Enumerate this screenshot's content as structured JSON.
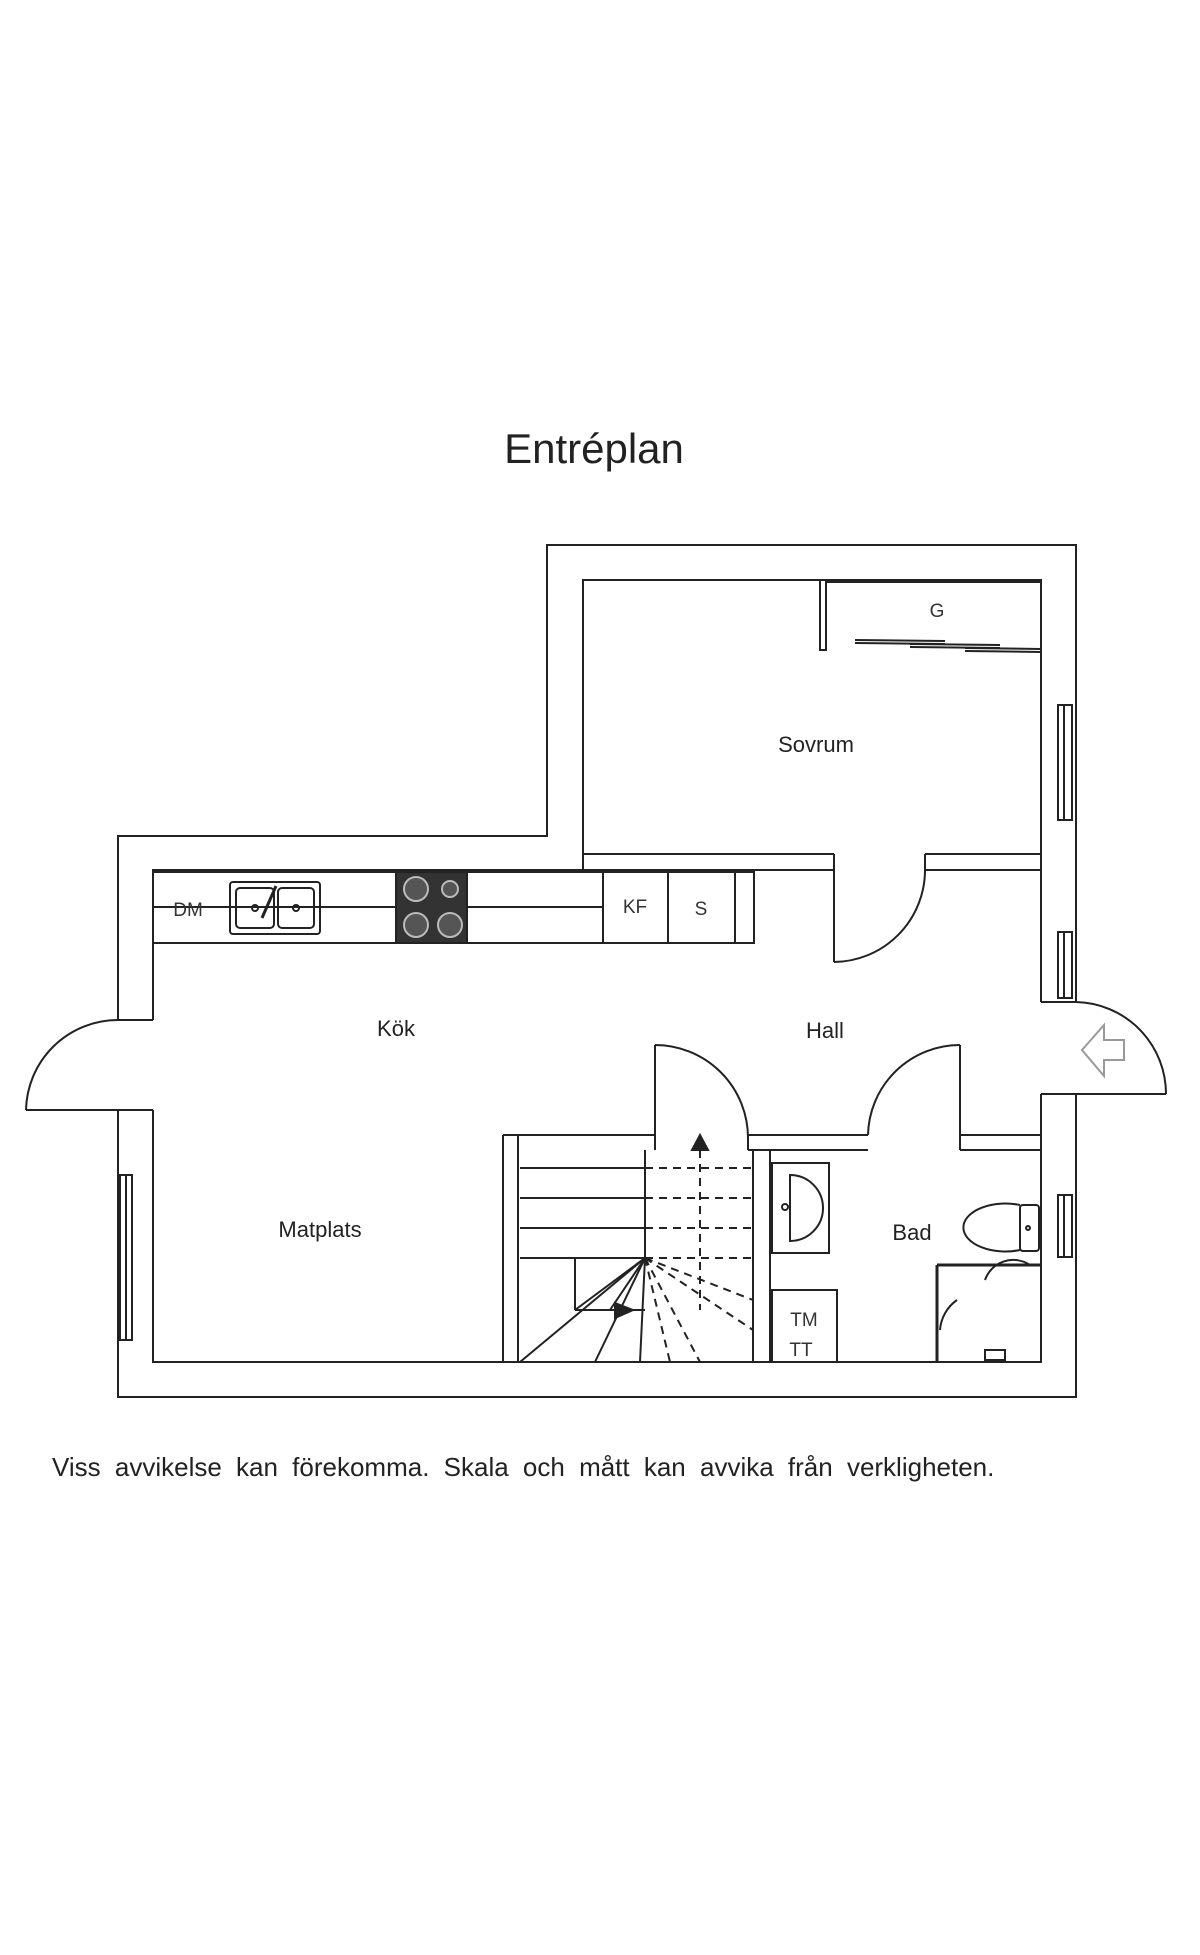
{
  "title": "Entréplan",
  "disclaimer": "Viss avvikelse kan förekomma. Skala och mått kan avvika från verkligheten.",
  "rooms": {
    "sovrum": "Sovrum",
    "kok": "Kök",
    "hall": "Hall",
    "matplats": "Matplats",
    "bad": "Bad"
  },
  "fixtures": {
    "dishwasher": "DM",
    "fridge_freezer": "KF",
    "cabinet": "S",
    "wardrobe": "G",
    "washer": "TM",
    "dryer": "TT"
  },
  "icons": [
    "sink-icon",
    "stove-icon",
    "toilet-icon",
    "washbasin-icon",
    "entrance-arrow-icon",
    "stair-arrow-icon"
  ]
}
